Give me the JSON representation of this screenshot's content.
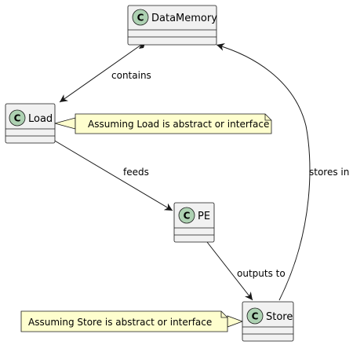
{
  "diagram": {
    "classes": {
      "datamemory": {
        "name": "DataMemory",
        "stereotype": "C"
      },
      "load": {
        "name": "Load",
        "stereotype": "C"
      },
      "pe": {
        "name": "PE",
        "stereotype": "C"
      },
      "store": {
        "name": "Store",
        "stereotype": "C"
      }
    },
    "edges": {
      "contains": "contains",
      "feeds": "feeds",
      "outputs_to": "outputs to",
      "stores_in": "stores in"
    },
    "notes": {
      "load_note": "Assuming Load is abstract or interface",
      "store_note": "Assuming Store is abstract or interface"
    },
    "colors": {
      "class_fill": "#f1f1f1",
      "class_border": "#181818",
      "circle_fill": "#add1b2",
      "note_fill": "#fefece",
      "note_border": "#181818",
      "edge": "#181818"
    }
  }
}
